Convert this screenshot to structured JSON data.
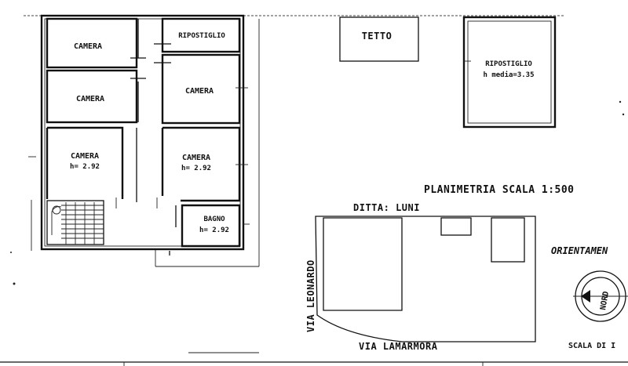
{
  "rooms": {
    "camera_1": "CAMERA",
    "camera_2": "CAMERA",
    "camera_3": "CAMERA",
    "camera_3_h": "h= 2.92",
    "ripostiglio_top": "RIPOSTIGLIO",
    "camera_4": "CAMERA",
    "camera_5": "CAMERA",
    "camera_5_h": "h= 2.92",
    "bagno": "BAGNO",
    "bagno_h": "h= 2.92"
  },
  "outbuildings": {
    "tetto": "TETTO",
    "ripostiglio": "RIPOSTIGLIO",
    "ripostiglio_h": "h media=3.35"
  },
  "site_plan": {
    "title": "PLANIMETRIA SCALA 1:500",
    "company": "DITTA: LUNI",
    "street_1": "VIA LEONARDO",
    "street_2": "VIA LAMARMORA",
    "orientation": "ORIENTAMEN",
    "north": "NORD",
    "scale": "SCALA DI I"
  }
}
